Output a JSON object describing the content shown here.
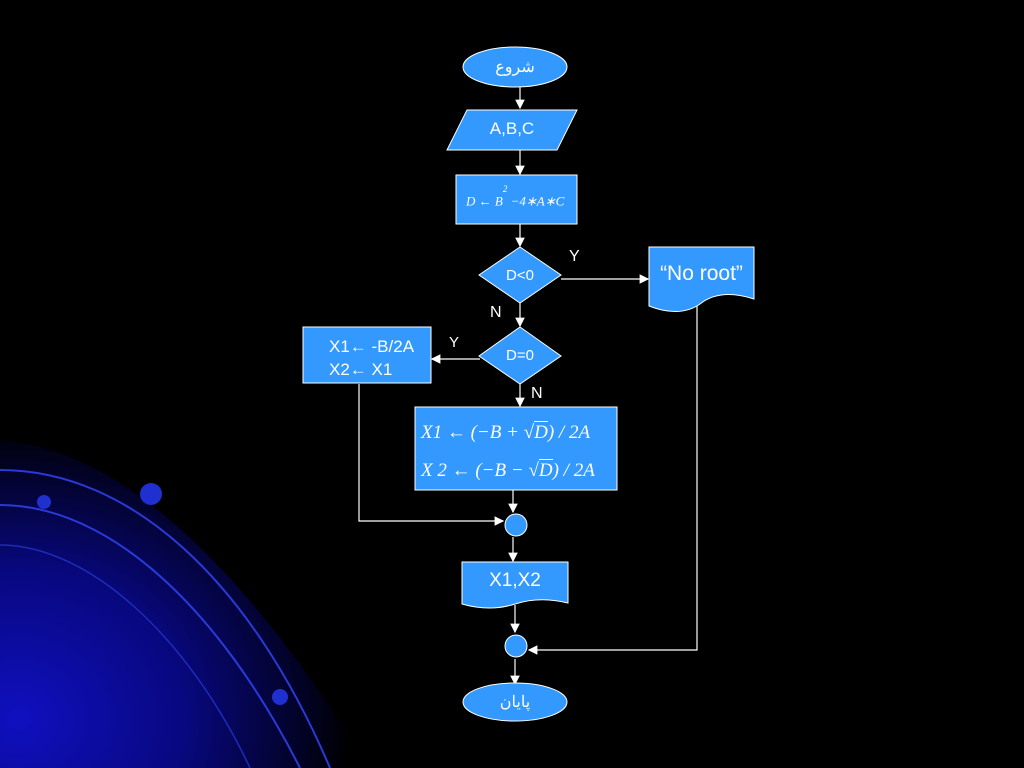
{
  "flowchart": {
    "start": "شروع",
    "input": "A,B,C",
    "compute": {
      "lhs": "D",
      "arrow": "←",
      "base": "B",
      "exp": "2",
      "rest": "−4∗A∗C"
    },
    "decision1": "D<0",
    "decision1_yes": "Y",
    "decision1_no": "N",
    "no_root": "“No root”",
    "decision2": "D=0",
    "decision2_yes": "Y",
    "decision2_no": "N",
    "single_root": {
      "line1": "X1← -B/2A",
      "line2": "X2← X1"
    },
    "two_roots": {
      "line1_lhs": "X1 ← (−B + ",
      "line1_sqrt": "D",
      "line1_rhs": ") / 2A",
      "line2_lhs": "X 2 ← (−B − ",
      "line2_sqrt": "D",
      "line2_rhs": ") / 2A"
    },
    "output": "X1,X2",
    "end": "پایان"
  },
  "colors": {
    "shape_fill": "#3399FF",
    "shape_stroke": "#FFFFFF",
    "connector": "#FFFFFF",
    "background": "#000000",
    "decor": "#0A0AB0"
  }
}
